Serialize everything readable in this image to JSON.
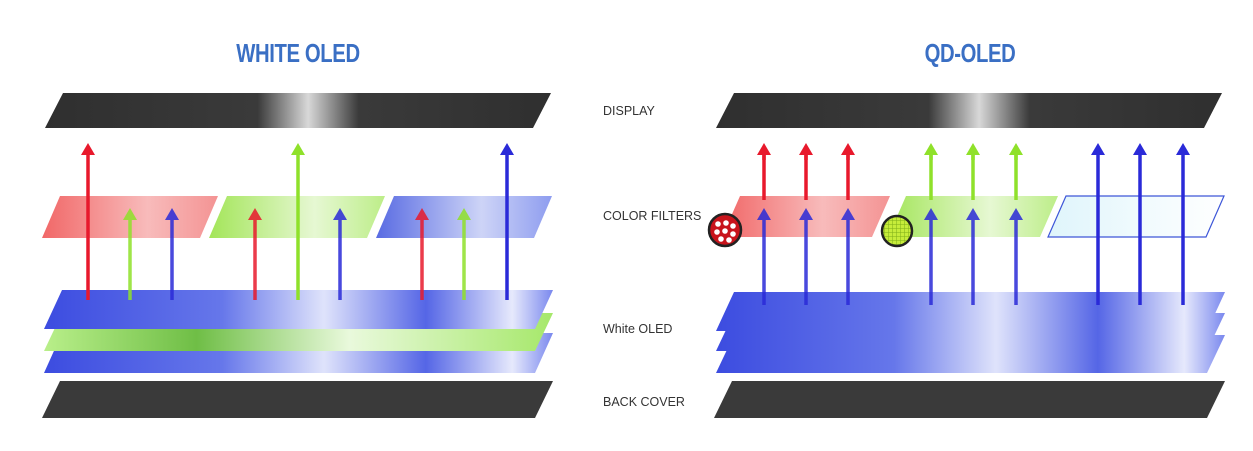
{
  "titles": {
    "left": "WHITE OLED",
    "right": "QD-OLED"
  },
  "labels": {
    "display": "DISPLAY",
    "color_filters": "COLOR FILTERS",
    "white_oled": "White OLED",
    "back_cover": "BACK COVER"
  },
  "colors": {
    "title": "#3a6fc4",
    "red": "#e8192c",
    "green": "#8fe12a",
    "blue": "#2a2ad8",
    "panel_dark": "#333333",
    "label": "#333333"
  }
}
